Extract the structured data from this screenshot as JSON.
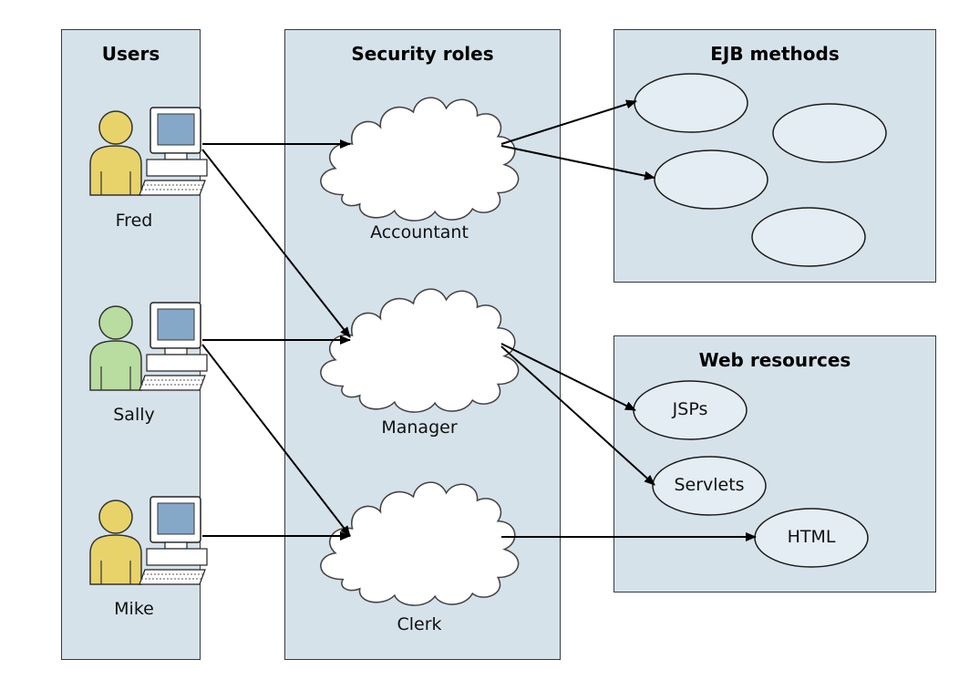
{
  "panels": {
    "users": {
      "title": "Users"
    },
    "roles": {
      "title": "Security roles"
    },
    "ejb": {
      "title": "EJB methods"
    },
    "web": {
      "title": "Web resources"
    }
  },
  "users": [
    {
      "name": "Fred",
      "color": "#e8d36a"
    },
    {
      "name": "Sally",
      "color": "#b9dca0"
    },
    {
      "name": "Mike",
      "color": "#e8d36a"
    }
  ],
  "roles": [
    {
      "name": "Accountant"
    },
    {
      "name": "Manager"
    },
    {
      "name": "Clerk"
    }
  ],
  "web_resources": [
    "JSPs",
    "Servlets",
    "HTML"
  ],
  "colors": {
    "panel_fill": "#d6e2ea",
    "ellipse_fill": "#e4edf3",
    "cloud_fill": "#ffffff",
    "stroke": "#1a1a1a"
  }
}
